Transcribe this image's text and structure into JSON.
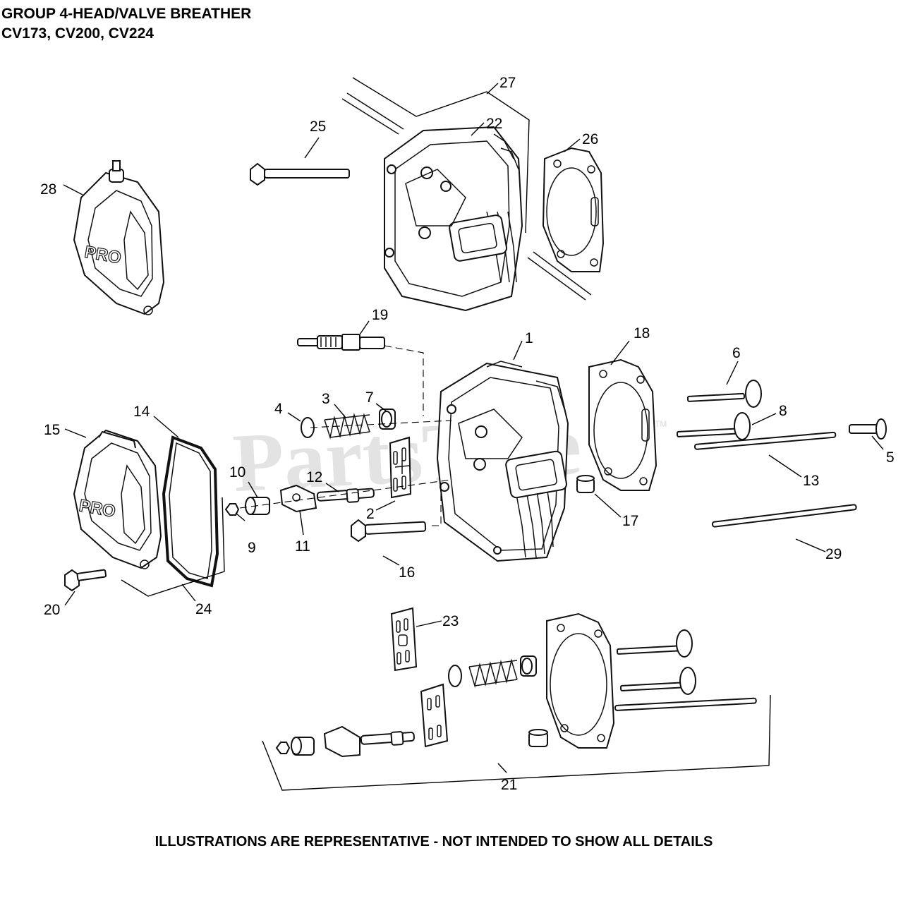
{
  "header": {
    "line1": "GROUP 4-HEAD/VALVE BREATHER",
    "line2": "CV173, CV200, CV224"
  },
  "watermark": {
    "text": "PartsTree",
    "tm": "TM"
  },
  "footer": {
    "note": "ILLUSTRATIONS ARE REPRESENTATIVE - NOT INTENDED TO SHOW ALL DETAILS"
  },
  "callouts": [
    "1",
    "2",
    "3",
    "4",
    "5",
    "6",
    "7",
    "8",
    "9",
    "10",
    "11",
    "12",
    "13",
    "14",
    "15",
    "16",
    "17",
    "18",
    "19",
    "20",
    "21",
    "22",
    "23",
    "24",
    "25",
    "26",
    "27",
    "28",
    "29"
  ],
  "cover_text": "PRO"
}
